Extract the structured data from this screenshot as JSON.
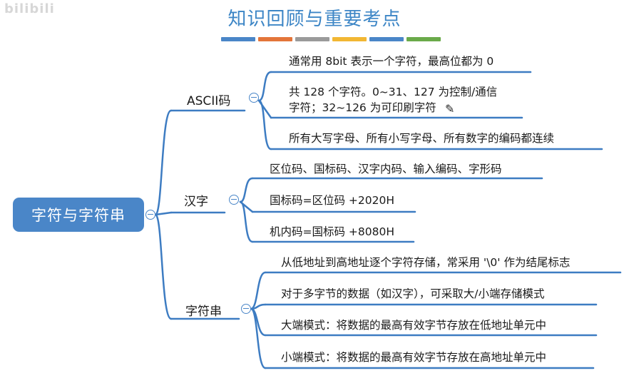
{
  "watermark": "bilibili",
  "title": "知识回顾与重要考点",
  "color_bar": [
    "#4a86c8",
    "#e3753a",
    "#9a9a9a",
    "#f2b733",
    "#4a86c8",
    "#6aaa4a"
  ],
  "root": {
    "label": "字符与字符串"
  },
  "branches": [
    {
      "label": "ASCII码",
      "leaves": [
        {
          "lines": [
            "通常用 8bit 表示一个字符，最高位都为 0"
          ]
        },
        {
          "lines": [
            "共 128 个字符。0~31、127 为控制/通信",
            "字符；32~126 为可印刷字符"
          ]
        },
        {
          "lines": [
            "所有大写字母、所有小写字母、所有数字的编码都连续"
          ]
        }
      ]
    },
    {
      "label": "汉字",
      "leaves": [
        {
          "lines": [
            "区位码、国标码、汉字内码、输入编码、字形码"
          ]
        },
        {
          "lines": [
            "国标码=区位码 +2020H"
          ]
        },
        {
          "lines": [
            "机内码=国标码 +8080H"
          ]
        }
      ]
    },
    {
      "label": "字符串",
      "leaves": [
        {
          "lines": [
            "从低地址到高地址逐个字符存储，常采用 '\\0' 作为结尾标志"
          ]
        },
        {
          "lines": [
            "对于多字节的数据（如汉字），可采取大/小端存储模式"
          ]
        },
        {
          "lines": [
            "大端模式：将数据的最高有效字节存放在低地址单元中"
          ]
        },
        {
          "lines": [
            "小端模式：将数据的最高有效字节存放在高地址单元中"
          ]
        }
      ]
    }
  ]
}
